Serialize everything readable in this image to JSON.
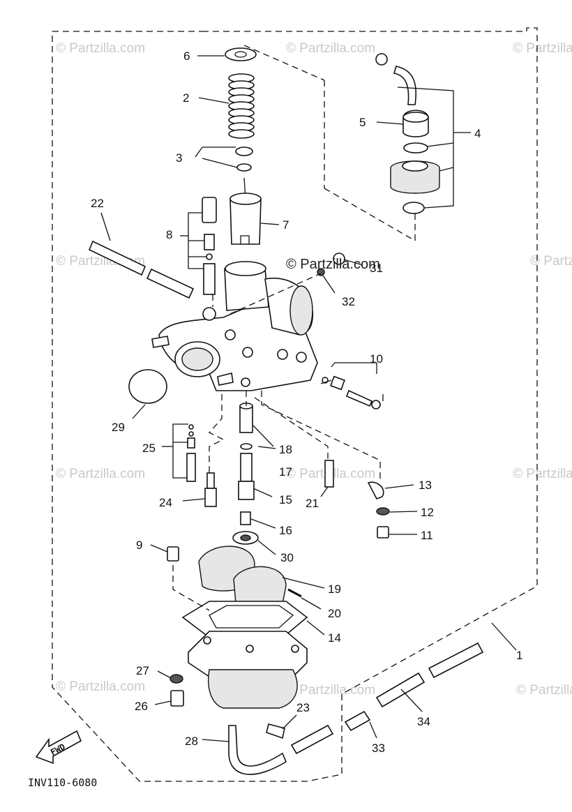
{
  "diagram": {
    "drawing_code": "INV110-6080",
    "fwd_label": "FWD",
    "credit": "© Partzilla.com",
    "watermark": "© Partzilla.com",
    "part_labels": [
      "1",
      "2",
      "3",
      "4",
      "5",
      "6",
      "7",
      "8",
      "9",
      "10",
      "11",
      "12",
      "13",
      "14",
      "15",
      "16",
      "17",
      "18",
      "19",
      "20",
      "21",
      "22",
      "23",
      "24",
      "25",
      "26",
      "27",
      "28",
      "29",
      "30",
      "31",
      "32",
      "33",
      "34"
    ]
  }
}
